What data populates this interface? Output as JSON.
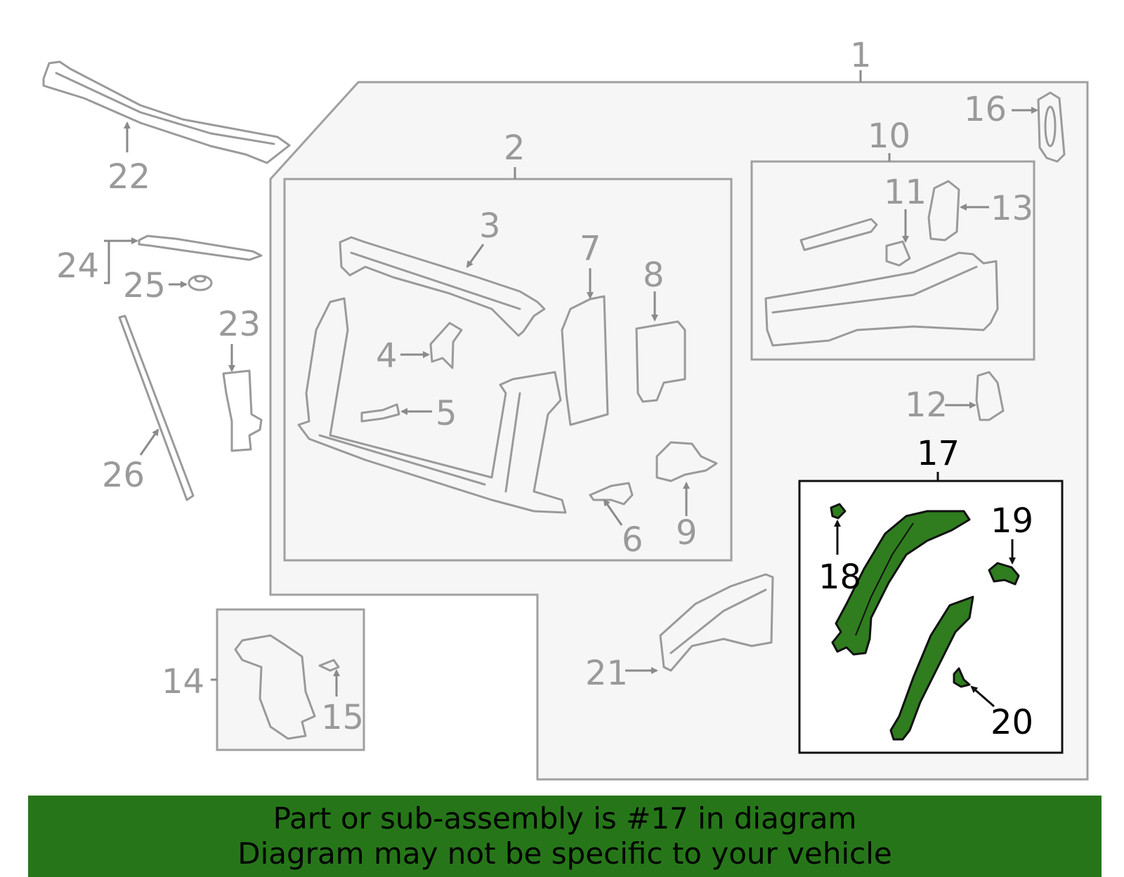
{
  "diagram": {
    "highlight_color": "#267619",
    "labels": {
      "l1": "1",
      "l2": "2",
      "l3": "3",
      "l4": "4",
      "l5": "5",
      "l6": "6",
      "l7": "7",
      "l8": "8",
      "l9": "9",
      "l10": "10",
      "l11": "11",
      "l12": "12",
      "l13": "13",
      "l14": "14",
      "l15": "15",
      "l16": "16",
      "l17": "17",
      "l18": "18",
      "l19": "19",
      "l20": "20",
      "l21": "21",
      "l22": "22",
      "l23": "23",
      "l24": "24",
      "l25": "25",
      "l26": "26"
    }
  },
  "banner": {
    "line1": "Part or sub-assembly is #17 in diagram",
    "line2": "Diagram may not be specific to your vehicle"
  }
}
